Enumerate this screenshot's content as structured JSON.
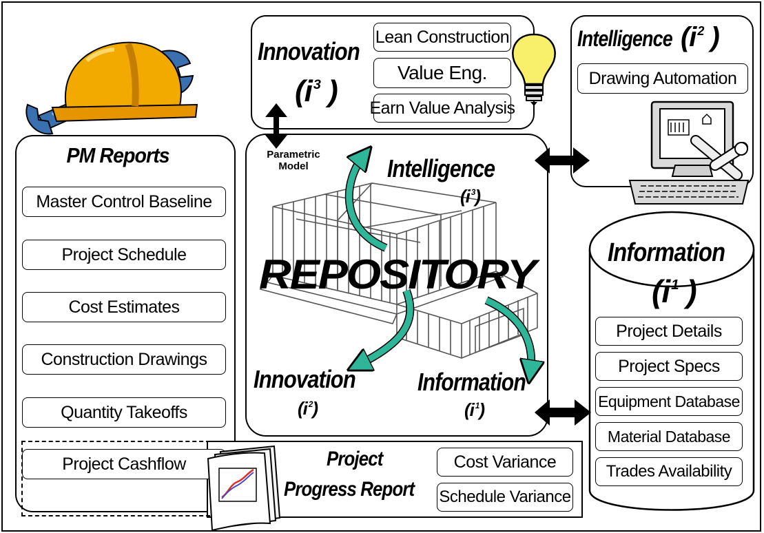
{
  "pm_reports": {
    "title": "PM Reports",
    "items": [
      "Master Control Baseline",
      "Project Schedule",
      "Cost Estimates",
      "Construction Drawings",
      "Quantity Takeoffs",
      "Project Cashflow"
    ]
  },
  "innovation_top": {
    "title": "Innovation",
    "symbol": "(i",
    "superscript": "3",
    "close": " )",
    "items": [
      "Lean Construction",
      "Value Eng.",
      "Earn Value Analysis"
    ]
  },
  "intelligence_top": {
    "title": "Intelligence",
    "symbol": "(i",
    "superscript": "2",
    "close": " )",
    "items": [
      "Drawing Automation"
    ]
  },
  "repository": {
    "label": "REPOSITORY",
    "parametric_model": "Parametric\nModel",
    "intelligence": {
      "title": "Intelligence",
      "symbol": "(i",
      "superscript": "3",
      "close": ")"
    },
    "innovation": {
      "title": "Innovation",
      "symbol": "(i",
      "superscript": "2",
      "close": ")"
    },
    "information": {
      "title": "Information",
      "symbol": "(i",
      "superscript": "1",
      "close": ")"
    }
  },
  "information_db": {
    "title": "Information",
    "symbol": "(i",
    "superscript": "1",
    "close": " )",
    "items": [
      "Project Details",
      "Project Specs",
      "Equipment Database",
      "Material Database",
      "Trades Availability"
    ]
  },
  "progress_report": {
    "title_line1": "Project",
    "title_line2": "Progress Report",
    "items": [
      "Cost Variance",
      "Schedule Variance"
    ]
  },
  "colors": {
    "arrow_teal": "#2fb598",
    "helmet": "#f2a900",
    "wrench": "#3a6fb0",
    "bulb": "#f8f06a"
  },
  "icons": [
    "hard-hat-icon",
    "wrench-icon",
    "light-bulb-icon",
    "computer-cad-icon",
    "report-document-icon",
    "building-frame-model"
  ]
}
